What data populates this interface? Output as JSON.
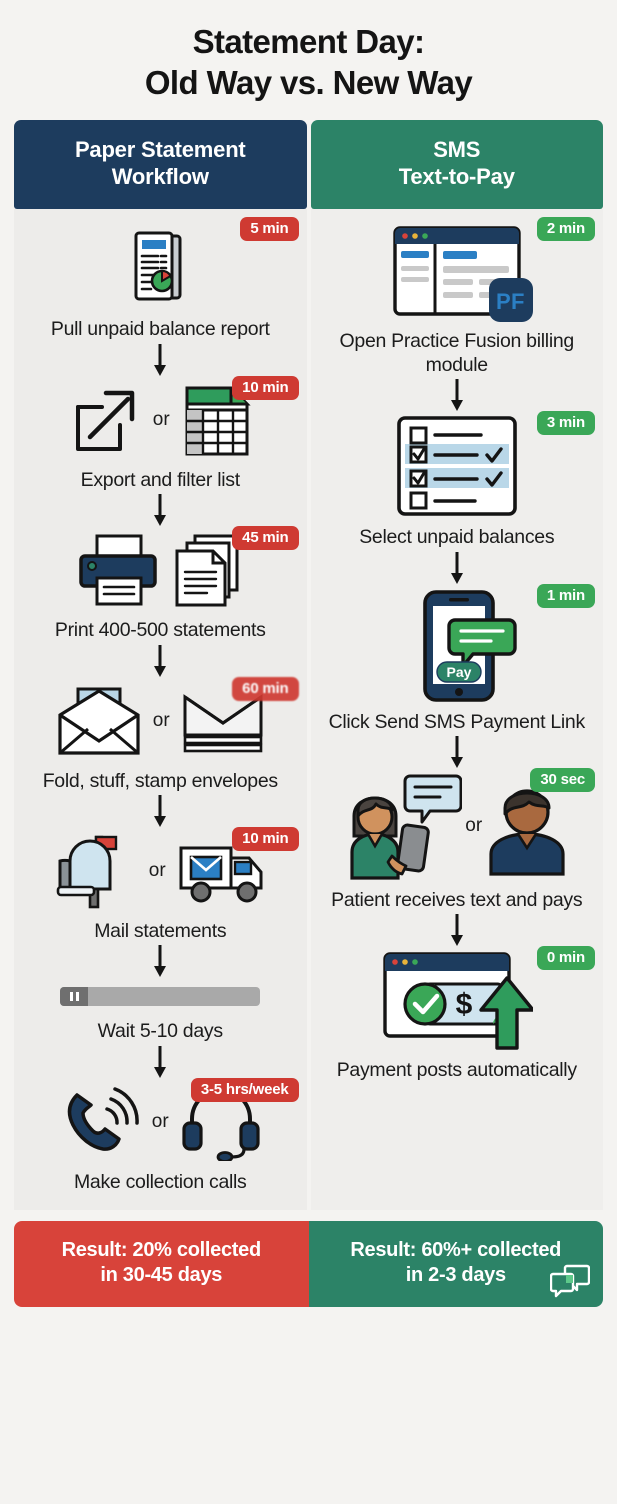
{
  "title": {
    "line1": "Statement Day:",
    "line2": "Old Way vs. New Way"
  },
  "colors": {
    "background": "#f4f3f1",
    "navy": "#1d3c5e",
    "teal": "#2c8367",
    "badge_red": "#cf3a32",
    "badge_green": "#3aa757",
    "result_red": "#d8433a",
    "result_green": "#2c8367"
  },
  "columns": [
    {
      "header_line1": "Paper Statement",
      "header_line2": "Workflow",
      "header_color": "#1d3c5e",
      "badge_color": "#cf3a32",
      "steps": [
        {
          "label": "Pull unpaid balance report",
          "badge": "5 min",
          "icons": [
            "report-document-icon"
          ],
          "connector": "or_none"
        },
        {
          "label": "Export and filter list",
          "badge": "10 min",
          "icons": [
            "export-arrow-icon",
            "spreadsheet-icon"
          ],
          "connector": "or"
        },
        {
          "label": "Print 400-500 statements",
          "badge": "45 min",
          "icons": [
            "printer-icon",
            "paper-stack-icon"
          ],
          "connector": "or_none"
        },
        {
          "label": "Fold, stuff, stamp envelopes",
          "badge": "60 min",
          "icons": [
            "open-envelope-icon",
            "envelope-stack-icon"
          ],
          "connector": "or"
        },
        {
          "label": "Mail statements",
          "badge": "10 min",
          "icons": [
            "mailbox-icon",
            "mail-truck-icon"
          ],
          "connector": "or"
        },
        {
          "label": "Wait 5-10 days",
          "badge": "",
          "icons": [
            "wait-progress-bar-icon"
          ],
          "connector": "or_none"
        },
        {
          "label": "Make collection calls",
          "badge": "3-5 hrs/week",
          "icons": [
            "ringing-phone-icon",
            "headset-icon"
          ],
          "connector": "or"
        }
      ]
    },
    {
      "header_line1": "SMS",
      "header_line2": "Text-to-Pay",
      "header_color": "#2c8367",
      "badge_color": "#3aa757",
      "steps": [
        {
          "label": "Open Practice Fusion billing module",
          "badge": "2 min",
          "icons": [
            "browser-window-icon",
            "practice-fusion-logo-icon"
          ],
          "connector": "or_none",
          "logo_text": "PF"
        },
        {
          "label": "Select unpaid balances",
          "badge": "3 min",
          "icons": [
            "checklist-icon"
          ],
          "connector": "or_none"
        },
        {
          "label": "Click Send SMS Payment Link",
          "badge": "1 min",
          "icons": [
            "smartphone-sms-icon"
          ],
          "connector": "or_none",
          "button_text": "Pay"
        },
        {
          "label": "Patient receives text and pays",
          "badge": "30 sec",
          "icons": [
            "staff-with-phone-icon",
            "patient-person-icon"
          ],
          "connector": "or"
        },
        {
          "label": "Payment posts automatically",
          "badge": "0 min",
          "icons": [
            "payment-posted-window-icon"
          ],
          "connector": "or_none"
        }
      ]
    }
  ],
  "results": {
    "left": {
      "line1": "Result: 20% collected",
      "line2": "in 30-45 days"
    },
    "right": {
      "line1": "Result: 60%+ collected",
      "line2": "in 2-3 days"
    }
  },
  "or_label": "or"
}
